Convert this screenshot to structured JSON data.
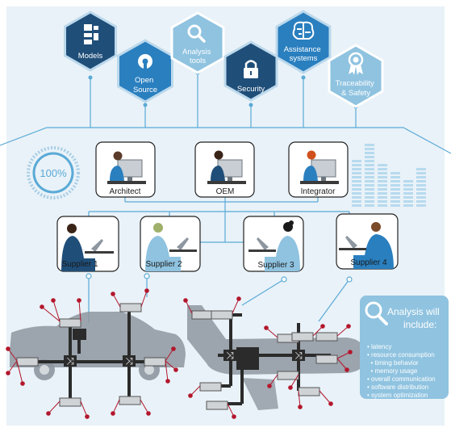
{
  "colors": {
    "background": "#e9f2f8",
    "dark_navy": "#1f4e79",
    "medium_blue": "#2a7fbf",
    "light_blue": "#8fc3e0",
    "line_blue": "#5aaad6",
    "accent_red": "#b3162c",
    "vehicle_gray": "#8e96a0",
    "ecu_gray": "#cfd3d6",
    "bus_dark": "#2b2b2b"
  },
  "top_categories": [
    {
      "label_lines": [
        "Models"
      ],
      "icon": "flowchart-icon"
    },
    {
      "label_lines": [
        "Open",
        "Source"
      ],
      "icon": "open-source-icon"
    },
    {
      "label_lines": [
        "Analysis",
        "tools"
      ],
      "icon": "magnifier-icon"
    },
    {
      "label_lines": [
        "Security"
      ],
      "icon": "padlock-icon"
    },
    {
      "label_lines": [
        "Assistance",
        "systems"
      ],
      "icon": "brain-icon"
    },
    {
      "label_lines": [
        "Traceability",
        "& Safety"
      ],
      "icon": "award-ribbon-icon"
    }
  ],
  "progress": {
    "label": "100%",
    "value": 1.0
  },
  "stakeholders": [
    {
      "label": "Architect"
    },
    {
      "label": "OEM"
    },
    {
      "label": "Integrator"
    }
  ],
  "suppliers": [
    {
      "label": "Supplier 1"
    },
    {
      "label": "Supplier 2"
    },
    {
      "label": "Supplier 3"
    },
    {
      "label": "Supplier 4"
    }
  ],
  "analysis_panel": {
    "title_line1": "Analysis will",
    "title_line2": "include:",
    "items": [
      "• latency",
      "• resource consumption",
      "  • timing behavior",
      "  • memory usage",
      "• overall communication",
      "• software distribution",
      "• system optimization"
    ]
  }
}
